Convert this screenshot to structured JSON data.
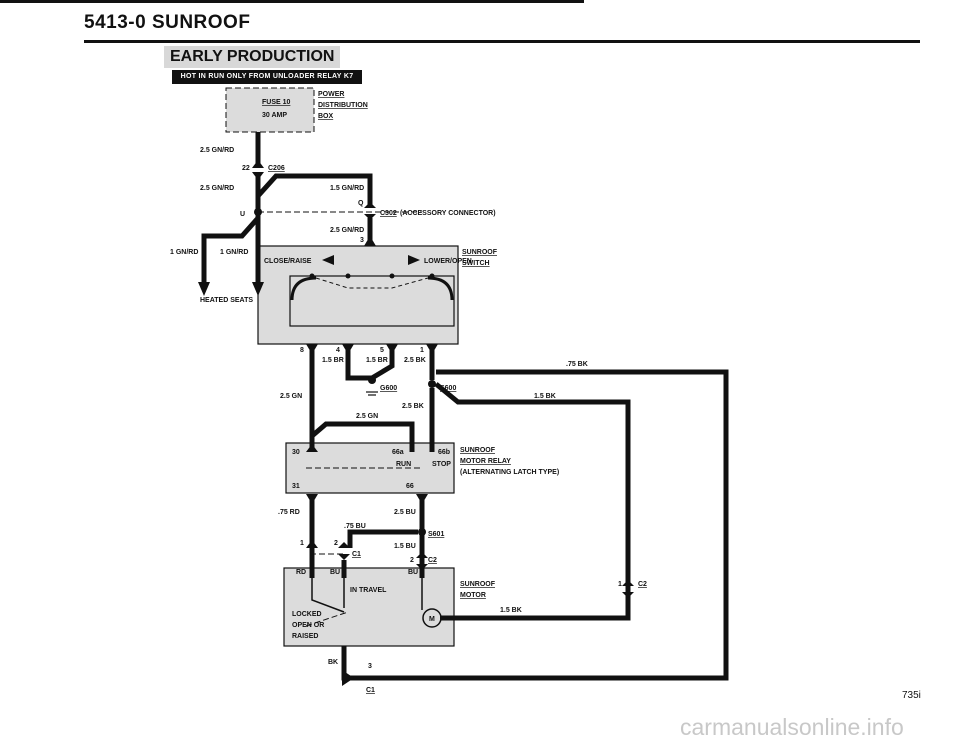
{
  "header": {
    "title": "5413-0 SUNROOF"
  },
  "section": {
    "title": "EARLY PRODUCTION",
    "banner": "HOT IN RUN ONLY FROM UNLOADER RELAY K7"
  },
  "fuse": {
    "name": "FUSE 10",
    "rating": "30 AMP"
  },
  "power_box": {
    "line1": "POWER",
    "line2": "DISTRIBUTION",
    "line3": "BOX"
  },
  "wires": {
    "gn_rd_25": "2.5 GN/RD",
    "gn_rd_25b": "2.5 GN/RD",
    "gn_rd_15": "1.5 GN/RD",
    "gn_rd_25c": "2.5 GN/RD",
    "gn_rd_1a": "1 GN/RD",
    "gn_rd_1b": "1 GN/RD",
    "br_15a": "1.5 BR",
    "br_15b": "1.5 BR",
    "bk_25a": "2.5 BK",
    "bk_75": ".75 BK",
    "bk_15a": "1.5 BK",
    "gn_25a": "2.5 GN",
    "bk_25b": "2.5 BK",
    "gn_25b": "2.5 GN",
    "rd_75": ".75 RD",
    "bu_25": "2.5 BU",
    "bu_75": ".75 BU",
    "bu_15": "1.5 BU",
    "rd": "RD",
    "bu_a": "BU",
    "bu_b": "BU",
    "bk_15b": "1.5 BK",
    "bk": "BK"
  },
  "connectors": {
    "c206": "C206",
    "c206_pin": "22",
    "u_pin": "U",
    "c302": "C302",
    "c302_desc": "(ACCESSORY CONNECTOR)",
    "c302_pin": "Q",
    "sw_pin3": "3",
    "g600": "G600",
    "s600": "S600",
    "s601": "S601",
    "c1": "C1",
    "c1_pin": "2",
    "c2": "C2",
    "c2_pin": "2",
    "c2_right": "C2",
    "c2_right_pin": "1",
    "c1_bottom": "C1",
    "c1_bottom_pin": "3",
    "motor_left_pin": "1"
  },
  "heated_seats": "HEATED SEATS",
  "switch": {
    "name1": "SUNROOF",
    "name2": "SWITCH",
    "close_raise": "CLOSE/RAISE",
    "lower_open": "LOWER/OPEN",
    "pins": [
      "8",
      "4",
      "5",
      "1"
    ]
  },
  "relay": {
    "name1": "SUNROOF",
    "name2": "MOTOR RELAY",
    "name3": "(ALTERNATING LATCH TYPE)",
    "pin30": "30",
    "pin66a": "66a",
    "pin66b": "66b",
    "pin66": "66",
    "pin31": "31",
    "run": "RUN",
    "stop": "STOP"
  },
  "motor": {
    "name1": "SUNROOF",
    "name2": "MOTOR",
    "in_travel": "IN TRAVEL",
    "locked1": "LOCKED",
    "locked2": "OPEN OR",
    "locked3": "RAISED",
    "m": "M"
  },
  "page_code": "735i",
  "watermark": "carmanualsonline.info",
  "colors": {
    "ink": "#111111",
    "shade": "#d8d8d8",
    "watermark": "#c8c8c8"
  }
}
